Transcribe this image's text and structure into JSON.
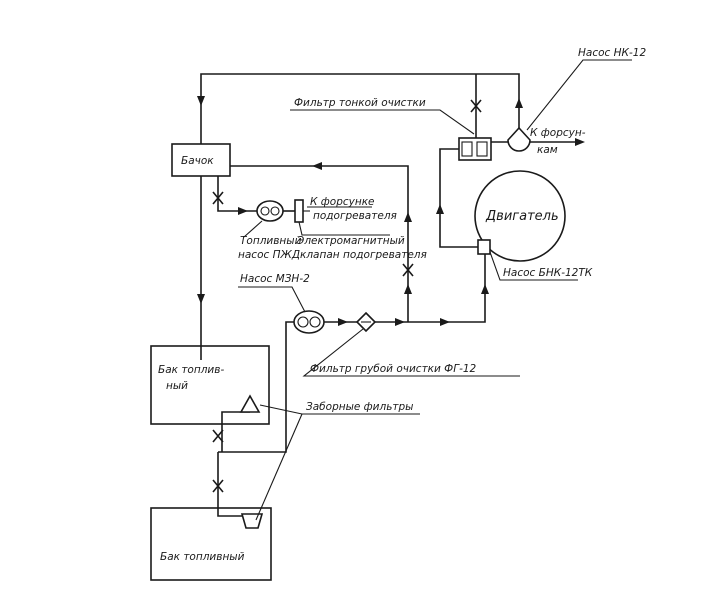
{
  "labels": {
    "pump_nk12": "Насос НК-12",
    "fine_filter": "Фильтр тонкой очистки",
    "to_injectors_1": "К форсун-",
    "to_injectors_2": "кам",
    "tank_small": "Бачок",
    "to_heater_injector_1": "К форсунке",
    "to_heater_injector_2": "подогревателя",
    "engine": "Двигатель",
    "fuel_pump_pzhd_1": "Топливный",
    "fuel_pump_pzhd_2": "насос ПЖД",
    "solenoid_valve_1": "Электромагнитный",
    "solenoid_valve_2": "клапан подогревателя",
    "pump_bnk": "Насос БНК-12ТК",
    "pump_mzn": "Насос МЗН-2",
    "fuel_tank_1_line1": "Бак топлив-",
    "fuel_tank_1_line2": "ный",
    "coarse_filter": "Фильтр грубой очистки ФГ-12",
    "intake_filters": "Заборные фильтры",
    "fuel_tank_2": "Бак топливный"
  }
}
